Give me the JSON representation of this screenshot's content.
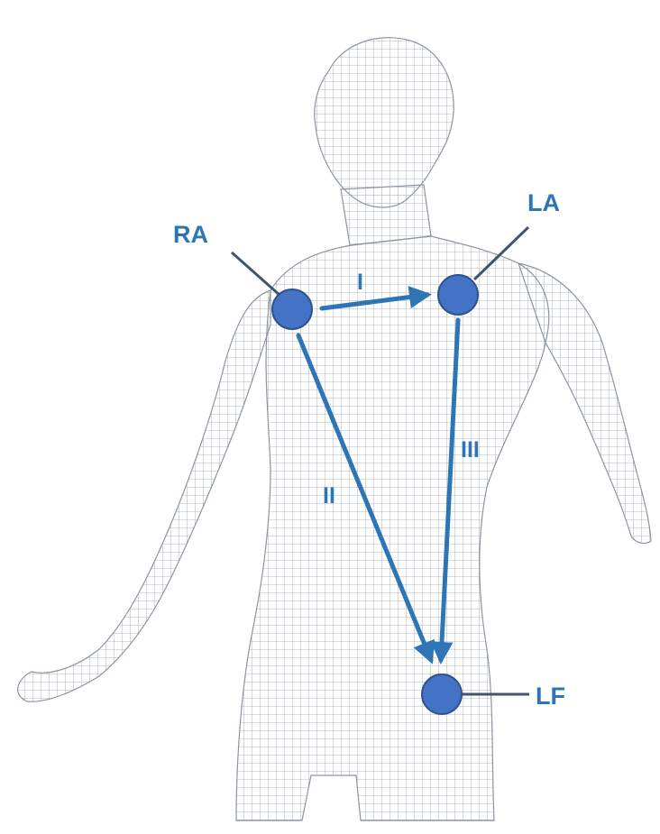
{
  "diagram": {
    "title": "",
    "electrodes": {
      "ra": {
        "label": "RA"
      },
      "la": {
        "label": "LA"
      },
      "lf": {
        "label": "LF"
      }
    },
    "leads": {
      "lead_1": {
        "label": "I"
      },
      "lead_2": {
        "label": "II"
      },
      "lead_3": {
        "label": "III"
      }
    }
  },
  "colors": {
    "electrode_fill": "#4472C4",
    "electrode_stroke": "#2F528F",
    "arrow": "#2E75B6",
    "label": "#2E75B6",
    "pointer_line": "#44546A",
    "mesh": "#9aa3ad",
    "background": "#ffffff"
  }
}
